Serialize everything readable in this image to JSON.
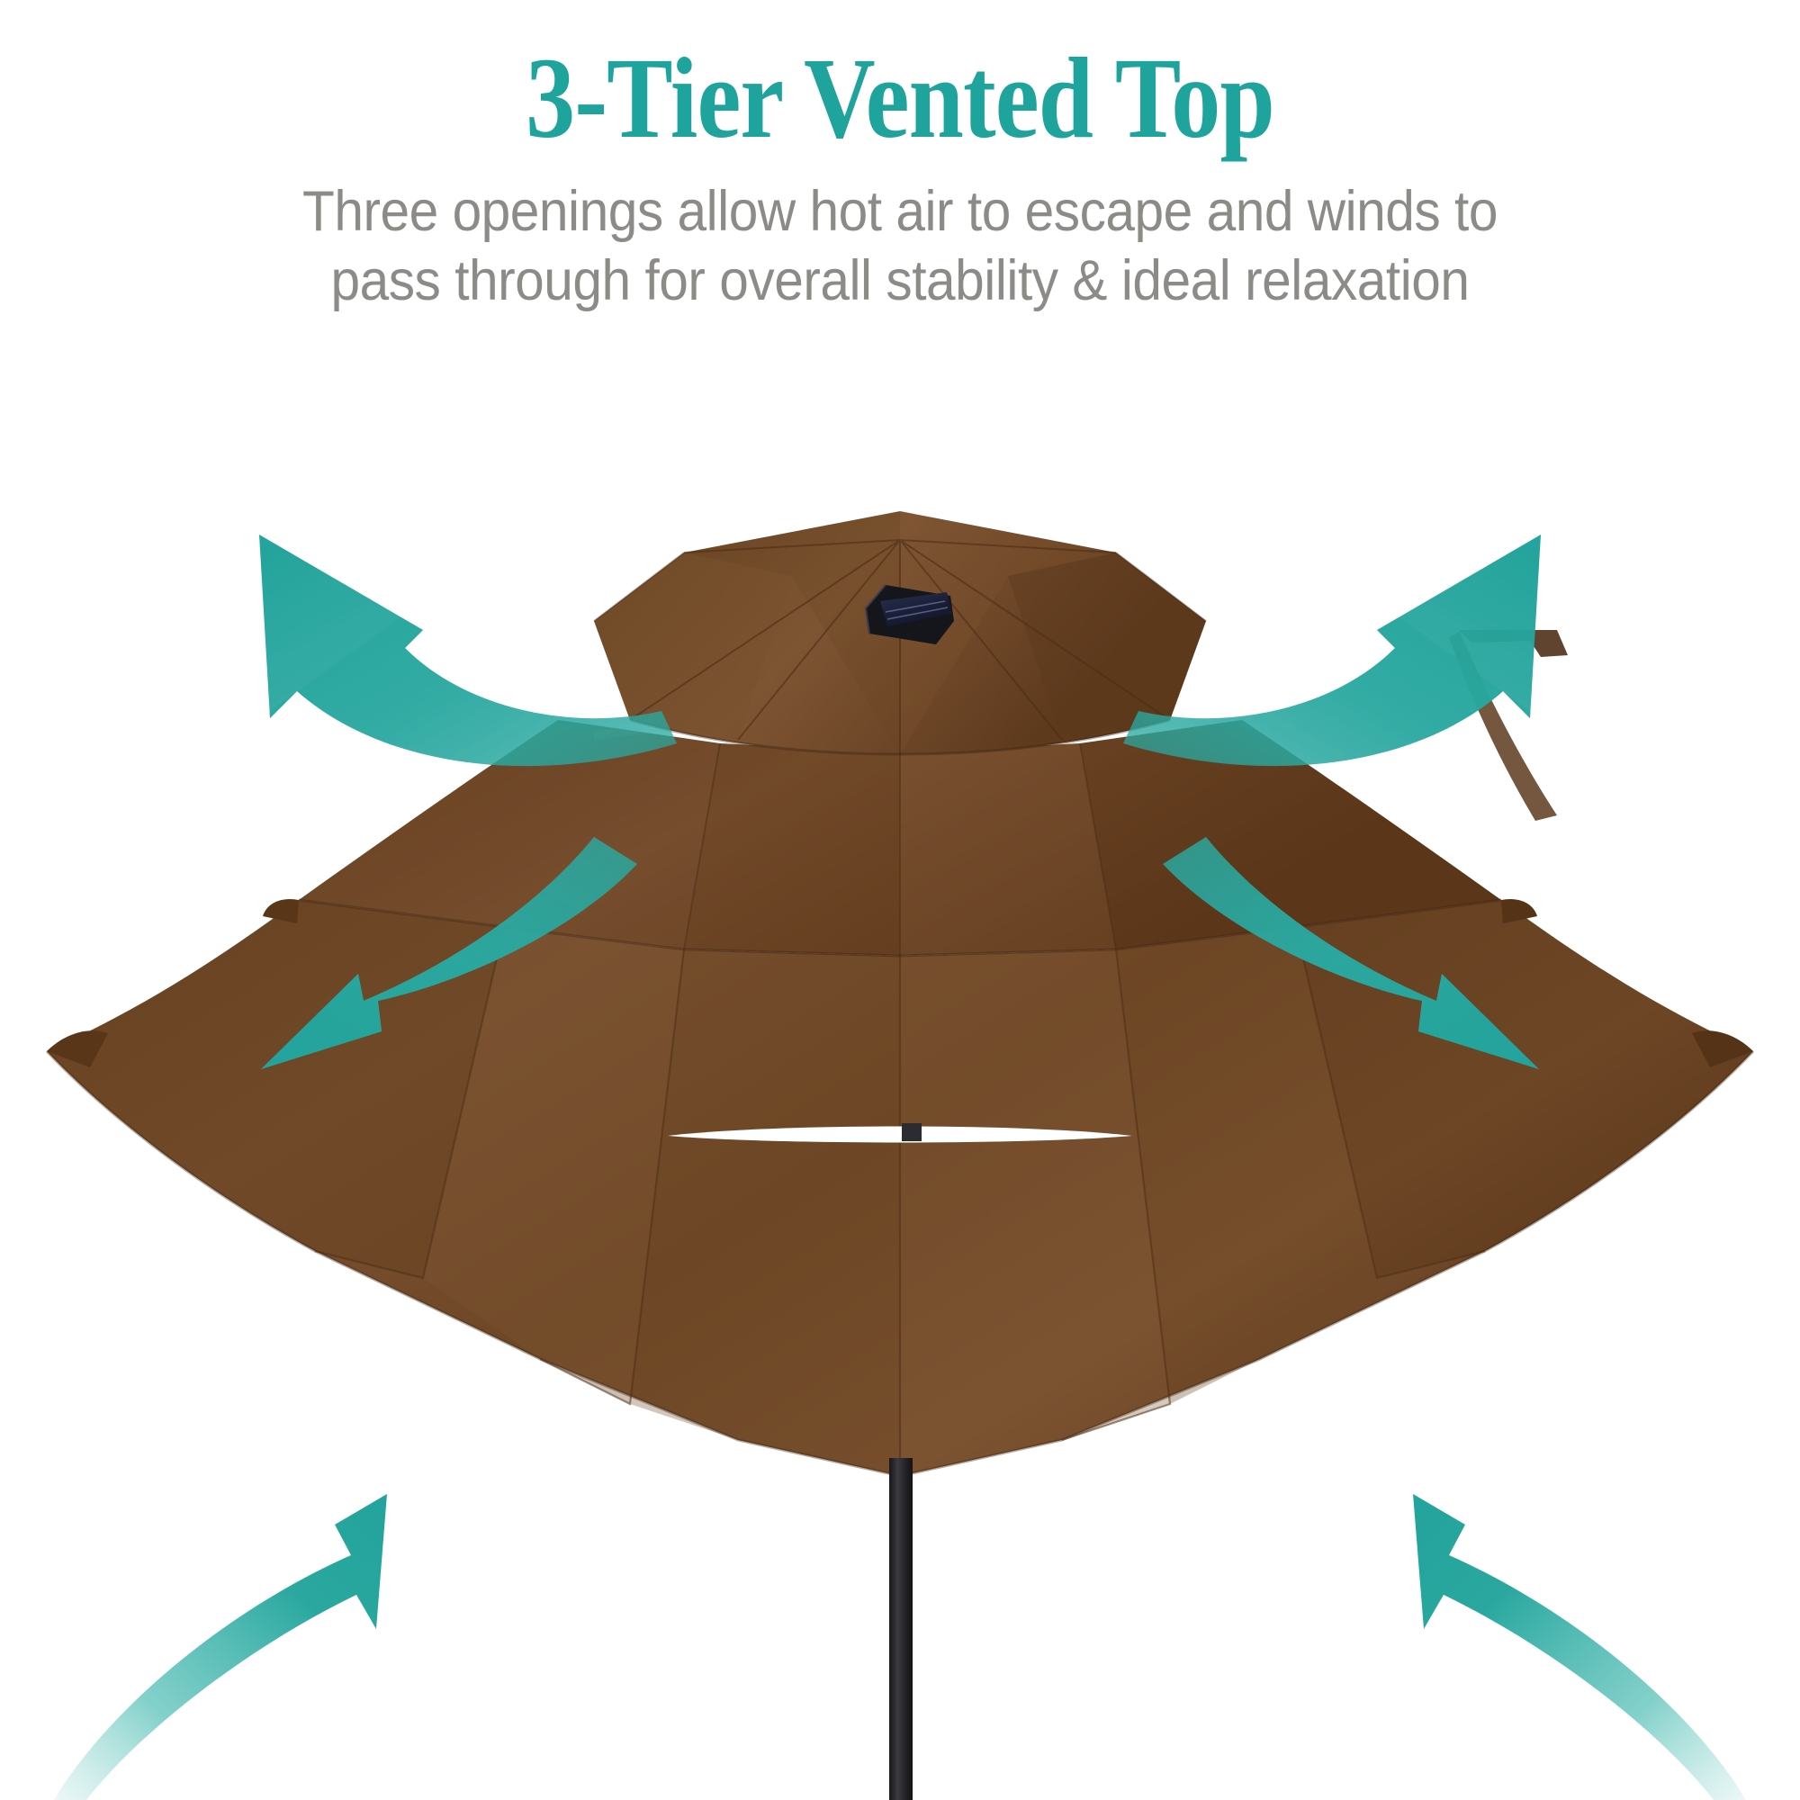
{
  "header": {
    "title": "3-Tier Vented Top",
    "subtitle_line1": "Three openings allow hot air to escape and winds to",
    "subtitle_line2": "pass through for overall stability & ideal relaxation",
    "title_color": "#1FA49D",
    "subtitle_color": "#8d8b88"
  },
  "product": {
    "name": "3-tier vented patio market umbrella",
    "canopy_color": "#6B4423",
    "canopy_color_light": "#7E5531",
    "canopy_color_dark": "#4F3018",
    "pole_color": "#2B2B2E",
    "solar_panel_body_color": "#1C1C24",
    "solar_panel_cell_color": "#20243F",
    "background_color": "#FFFFFF",
    "tier_count": 3,
    "vent_opening_count": 3,
    "rib_count": 8
  },
  "arrows": {
    "color": "#2AA8A0",
    "color_light": "#5FC4BC",
    "count": 6,
    "items": [
      {
        "id": "arrow-top-left",
        "label": "air escaping upper left",
        "direction": "up-left"
      },
      {
        "id": "arrow-top-right",
        "label": "air escaping upper right",
        "direction": "up-right"
      },
      {
        "id": "arrow-mid-left",
        "label": "air escaping middle left",
        "direction": "down-left"
      },
      {
        "id": "arrow-mid-right",
        "label": "air escaping middle right",
        "direction": "down-right"
      },
      {
        "id": "arrow-bottom-left",
        "label": "wind entering lower left",
        "direction": "up-right"
      },
      {
        "id": "arrow-bottom-right",
        "label": "wind entering lower right",
        "direction": "up-left"
      }
    ]
  }
}
